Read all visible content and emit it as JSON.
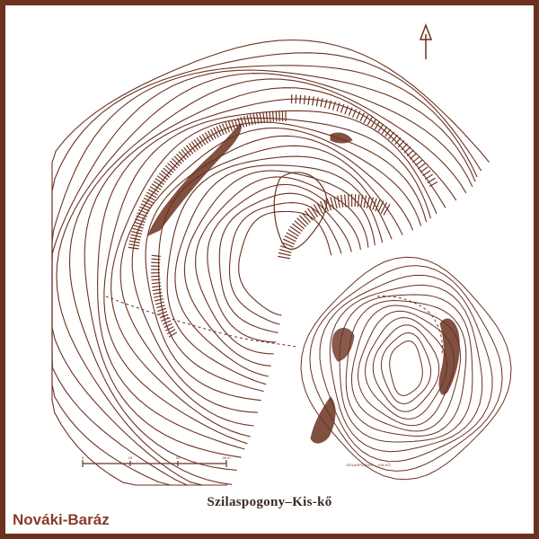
{
  "map": {
    "caption": "Szilaspogony–Kis-kő",
    "credit": "Nováki-Baráz",
    "scale_labels": [
      "0",
      "10",
      "20",
      "30 m"
    ],
    "small_note": "SZILASPOGONY – KIS-KŐ",
    "north_arrow": "north-arrow-icon"
  },
  "colors": {
    "ink": "#6b3220",
    "border": "#6b3220",
    "credit": "#8a3a2a",
    "paper": "#ffffff"
  }
}
